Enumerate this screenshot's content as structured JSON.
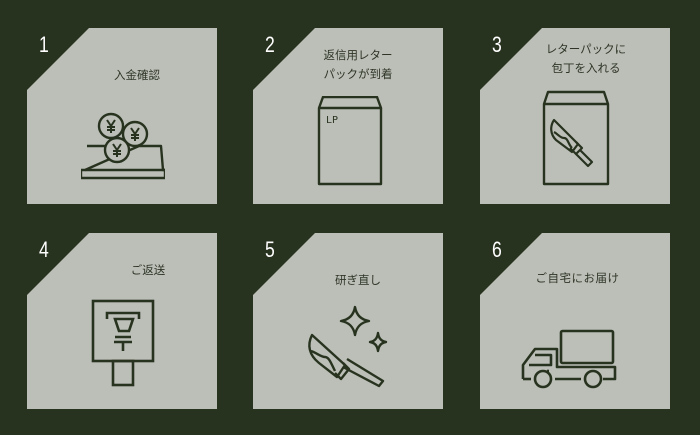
{
  "colors": {
    "background": "#28331f",
    "panel": "#bcbfb8",
    "icon_stroke": "#28331f",
    "number": "#ffffff",
    "label_text": "#2e3526"
  },
  "steps": [
    {
      "number": "1",
      "label": "入金確認",
      "icon": "yen-coins-tray-icon"
    },
    {
      "number": "2",
      "label": "返信用レター\nパックが到着",
      "icon": "letterpack-envelope-icon",
      "icon_text": "LP"
    },
    {
      "number": "3",
      "label": "レターパックに\n包丁を入れる",
      "icon": "envelope-with-knife-icon"
    },
    {
      "number": "4",
      "label": "ご返送",
      "icon": "postbox-icon"
    },
    {
      "number": "5",
      "label": "研ぎ直し",
      "icon": "sharpened-knife-sparkle-icon"
    },
    {
      "number": "6",
      "label": "ご自宅にお届け",
      "icon": "delivery-truck-icon"
    }
  ]
}
